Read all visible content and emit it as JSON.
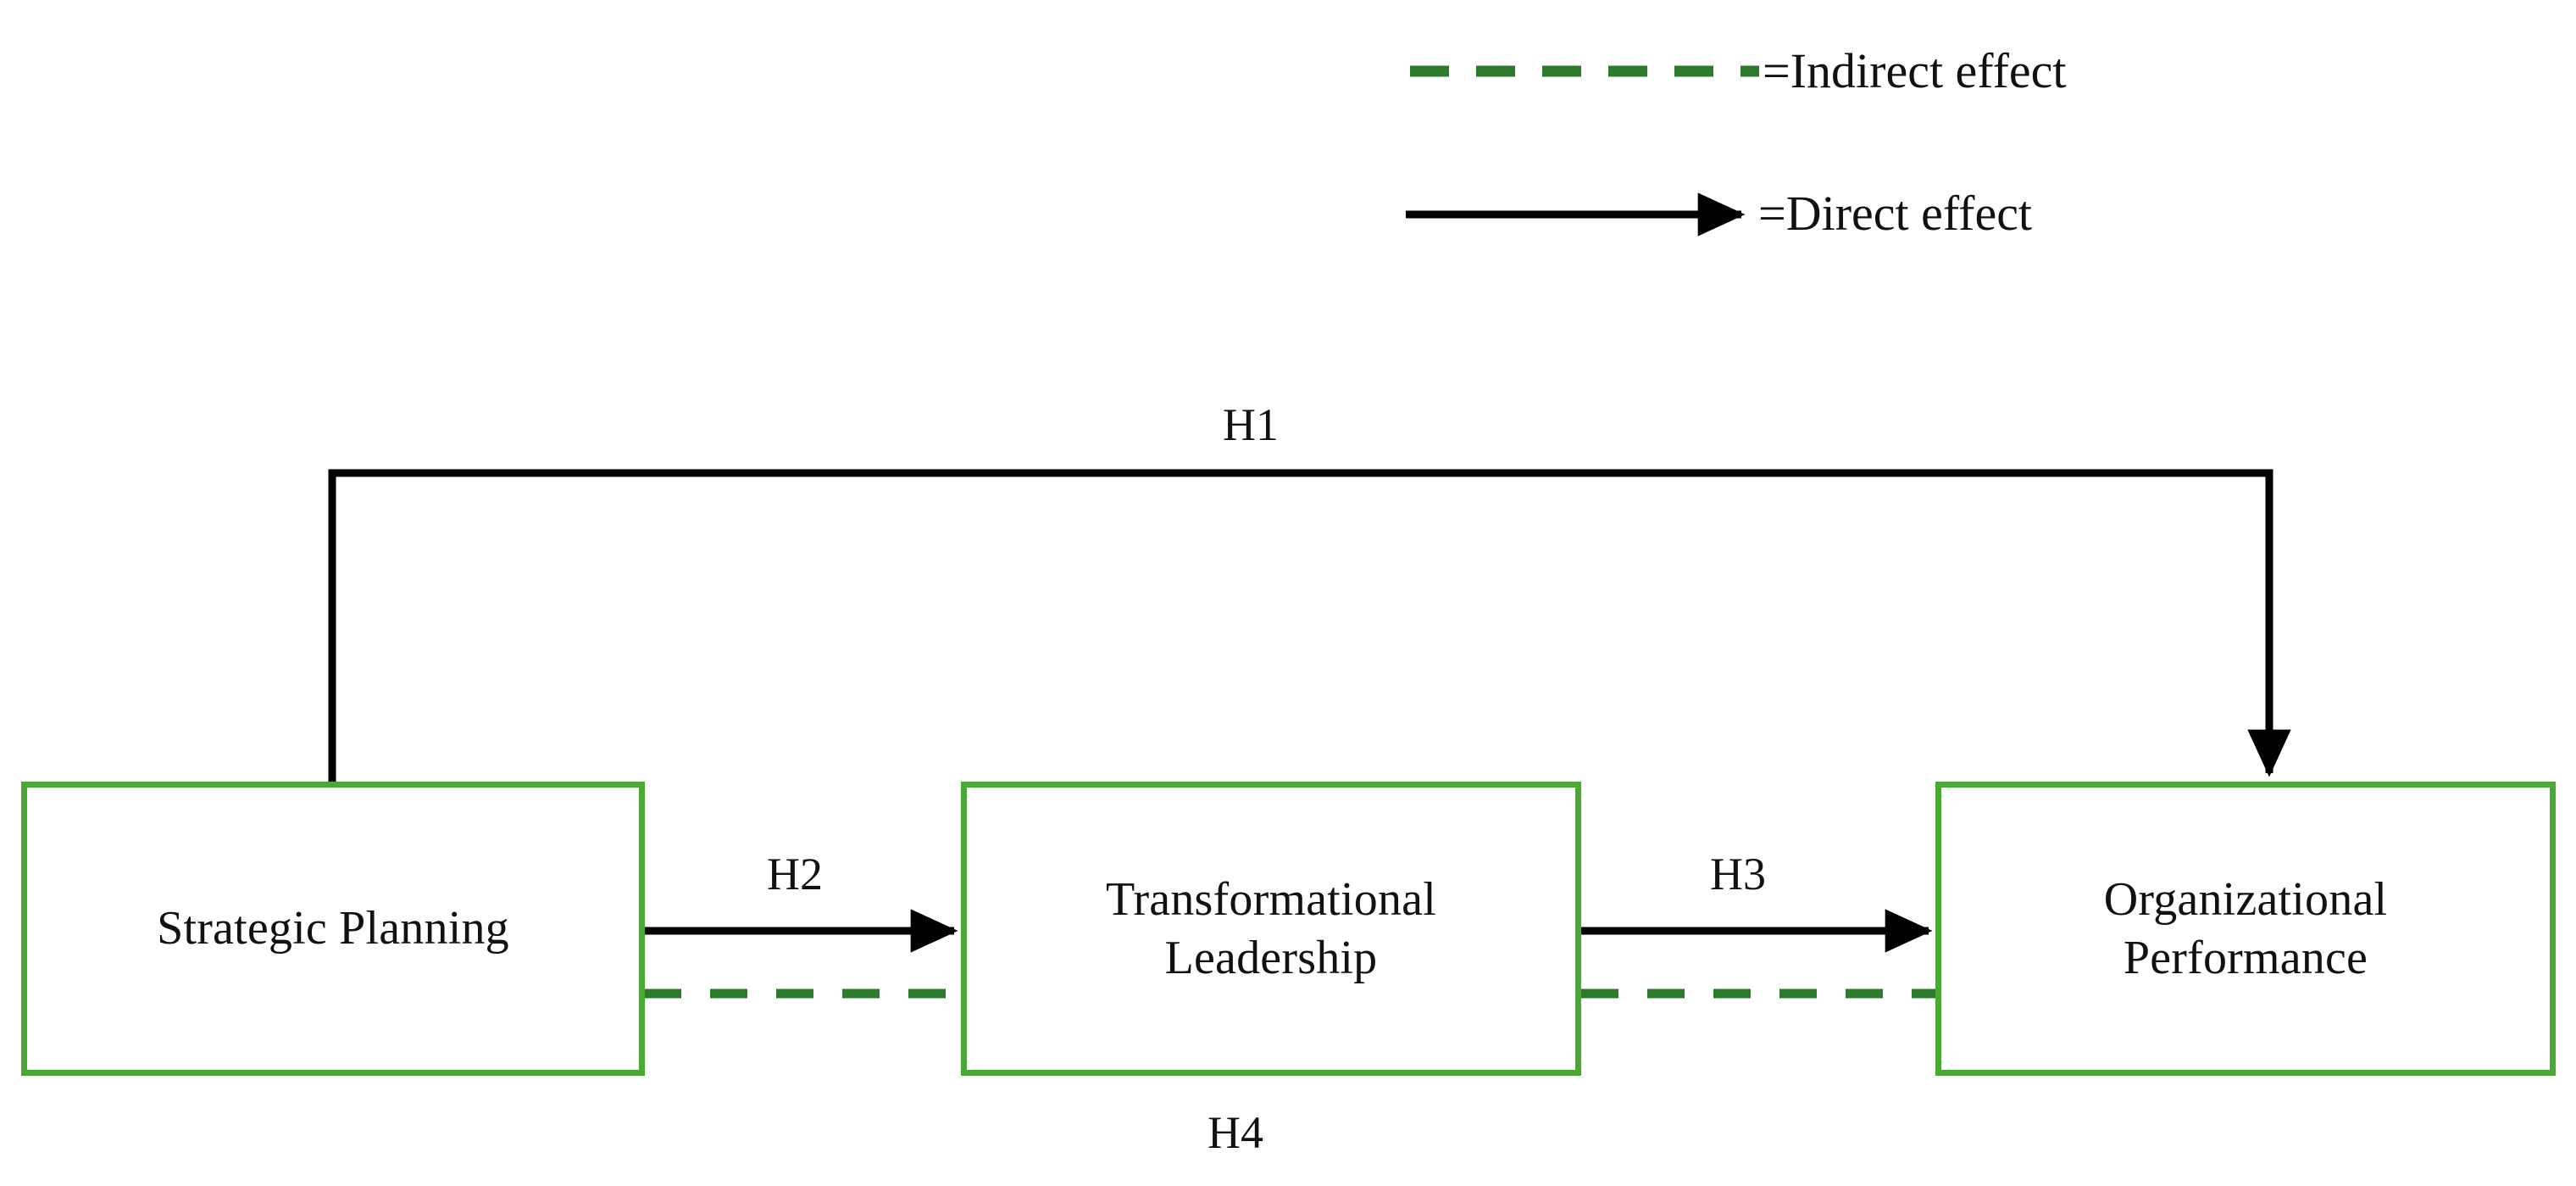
{
  "figure": {
    "type": "conceptual-model-path-diagram",
    "background_color": "#ffffff"
  },
  "colors": {
    "box_border_green": "#4aa835",
    "indirect_dash_green": "#2d7a2d",
    "direct_arrow_black": "#000000",
    "text_black": "#111111"
  },
  "legend": {
    "items": [
      {
        "id": "indirect",
        "line_style": "dashed",
        "color": "#2d7a2d",
        "has_arrowhead": false,
        "label": "=Indirect effect"
      },
      {
        "id": "direct",
        "line_style": "solid",
        "color": "#000000",
        "has_arrowhead": true,
        "label": "=Direct effect"
      }
    ]
  },
  "nodes": [
    {
      "id": "strategic-planning",
      "label": "Strategic Planning",
      "role": "independent-variable"
    },
    {
      "id": "transformational-leadership",
      "label": "Transformational\nLeadership",
      "role": "mediator"
    },
    {
      "id": "organizational-performance",
      "label": "Organizational\nPerformance",
      "role": "dependent-variable"
    }
  ],
  "paths": [
    {
      "id": "h1",
      "label": "H1",
      "from": "strategic-planning",
      "to": "organizational-performance",
      "effect": "direct",
      "style": "solid",
      "color": "#000000"
    },
    {
      "id": "h2",
      "label": "H2",
      "from": "strategic-planning",
      "to": "transformational-leadership",
      "effect": "direct",
      "style": "solid",
      "color": "#000000"
    },
    {
      "id": "h3",
      "label": "H3",
      "from": "transformational-leadership",
      "to": "organizational-performance",
      "effect": "direct",
      "style": "solid",
      "color": "#000000"
    },
    {
      "id": "h4",
      "label": "H4",
      "from": "strategic-planning",
      "to": "organizational-performance",
      "via": "transformational-leadership",
      "effect": "indirect",
      "style": "dashed",
      "color": "#2d7a2d"
    }
  ]
}
